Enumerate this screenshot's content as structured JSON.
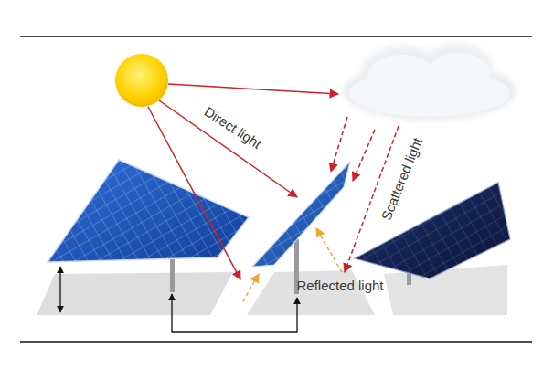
{
  "diagram": {
    "labels": [
      "Direct light",
      "Scattered light",
      "Reflected light"
    ]
  }
}
